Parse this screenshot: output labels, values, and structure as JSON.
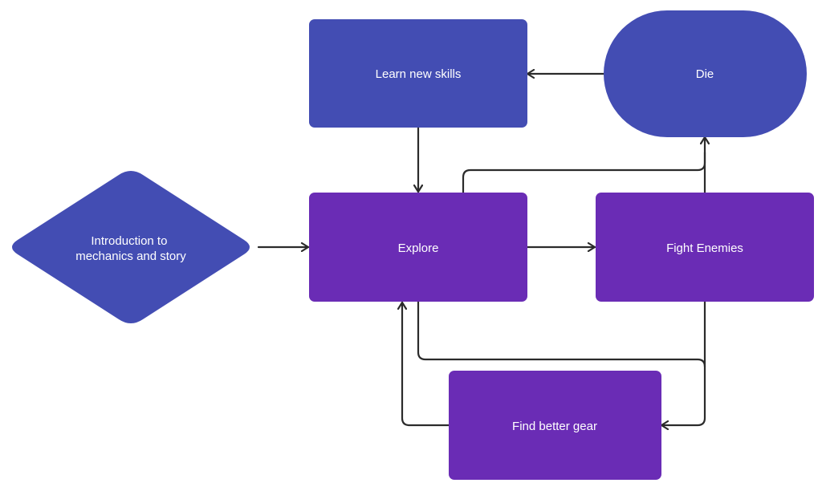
{
  "colors": {
    "blue_node": "#434db3",
    "purple_node": "#6a2cb5",
    "connector": "#2b2b2b",
    "label_text": "#ffffff"
  },
  "nodes": {
    "intro": {
      "shape": "diamond",
      "line1": "Introduction to",
      "line2": "mechanics and story"
    },
    "learn": {
      "shape": "rectangle",
      "label": "Learn new skills"
    },
    "die": {
      "shape": "rounded-terminal",
      "label": "Die"
    },
    "explore": {
      "shape": "rectangle",
      "label": "Explore"
    },
    "fight": {
      "shape": "rectangle",
      "label": "Fight Enemies"
    },
    "gear": {
      "shape": "rectangle",
      "label": "Find better gear"
    }
  },
  "edges": [
    {
      "from": "intro",
      "to": "explore"
    },
    {
      "from": "learn",
      "to": "explore"
    },
    {
      "from": "die",
      "to": "learn"
    },
    {
      "from": "explore",
      "to": "fight"
    },
    {
      "from": "explore",
      "to": "die"
    },
    {
      "from": "fight",
      "to": "die"
    },
    {
      "from": "explore",
      "to": "gear"
    },
    {
      "from": "fight",
      "to": "gear"
    },
    {
      "from": "gear",
      "to": "explore"
    }
  ]
}
